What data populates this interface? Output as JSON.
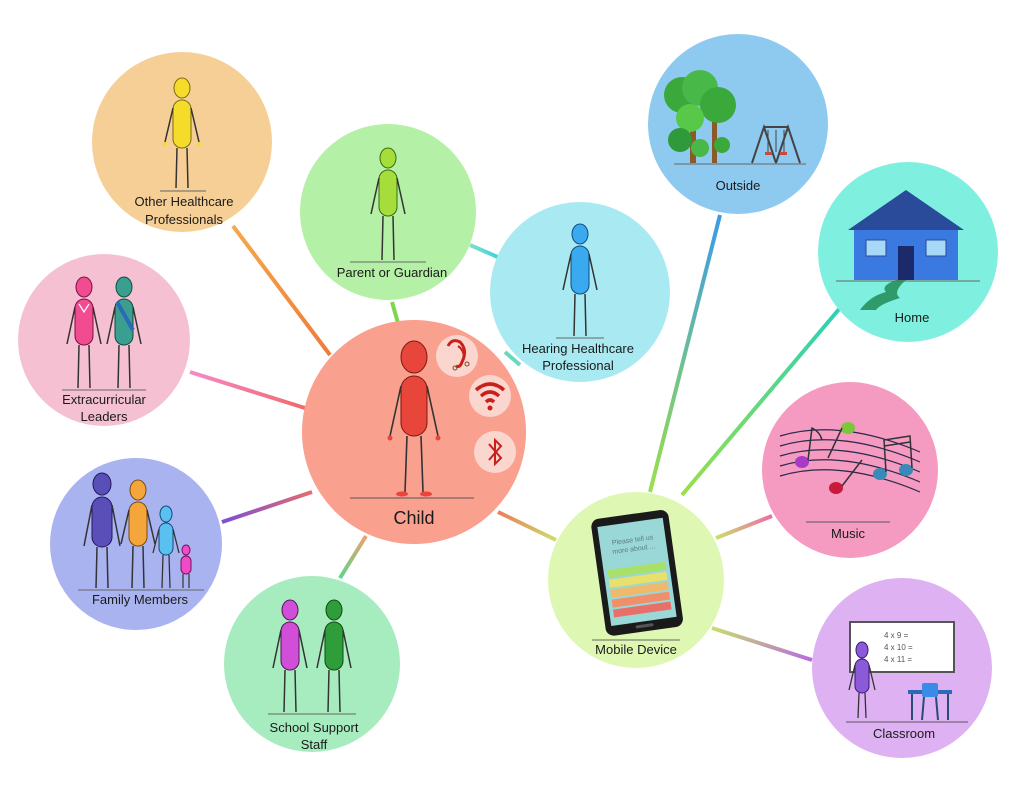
{
  "nodes": {
    "child": {
      "label": "Child",
      "color": "#f9a08f"
    },
    "other_healthcare": {
      "label_lines": [
        "Other Healthcare",
        "Professionals"
      ],
      "color": "#f6cf96"
    },
    "parent": {
      "label": "Parent or Guardian",
      "color": "#b4f0a6"
    },
    "hearing": {
      "label_lines": [
        "Hearing Healthcare",
        "Professional"
      ],
      "color": "#a9eaf2"
    },
    "outside": {
      "label": "Outside",
      "color": "#8ec9f0"
    },
    "home": {
      "label": "Home",
      "color": "#7ff0df"
    },
    "extracurricular": {
      "label_lines": [
        "Extracurricular",
        "Leaders"
      ],
      "color": "#f5c1d2"
    },
    "family": {
      "label": "Family Members",
      "color": "#a9b3f0"
    },
    "school": {
      "label_lines": [
        "School Support",
        "Staff"
      ],
      "color": "#a6ecbf"
    },
    "mobile": {
      "label": "Mobile Device",
      "color": "#def7b3",
      "screen_text": [
        "Please tell us",
        "more about ..."
      ]
    },
    "music": {
      "label": "Music",
      "color": "#f59ac0"
    },
    "classroom": {
      "label": "Classroom",
      "color": "#deb1f2",
      "board_text": [
        "4 x 9 =",
        "4 x 10 =",
        "4 x 11 ="
      ]
    }
  },
  "icons": [
    "hearing-aid-icon",
    "wifi-icon",
    "bluetooth-icon"
  ],
  "colors": {
    "figure_red": "#e8463a",
    "figure_yellow": "#f5dc2b",
    "figure_green": "#a5de3a",
    "figure_blue": "#3aaaf0",
    "figure_pink": "#f04c8f",
    "figure_teal": "#3a9f8f",
    "figure_purple": "#5a4fb8",
    "figure_orange": "#f5a63a",
    "figure_magenta": "#d04ed8",
    "figure_darkgreen": "#2f9e3a"
  }
}
